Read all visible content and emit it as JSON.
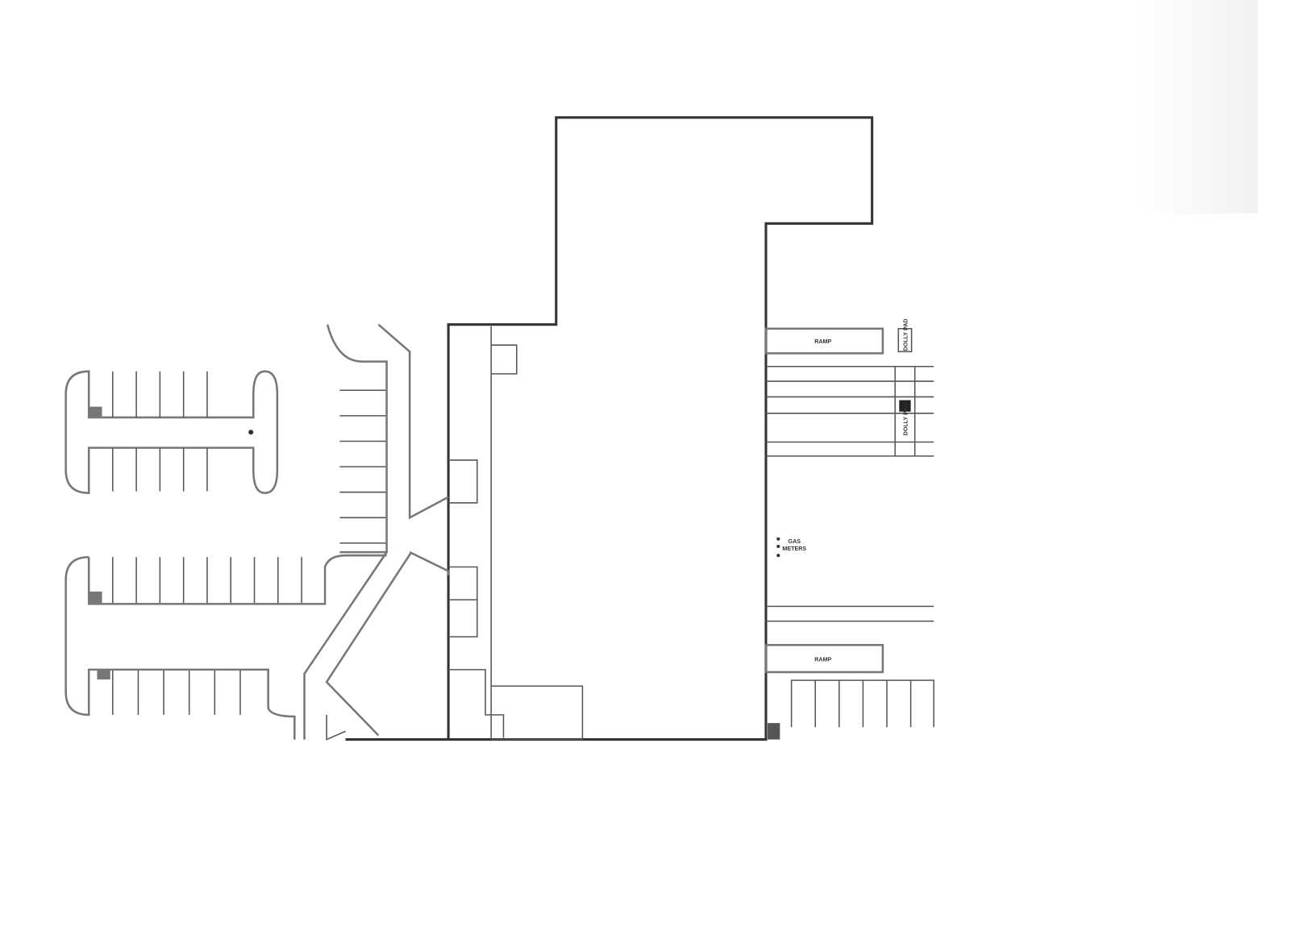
{
  "labels": {
    "ramp_upper": "RAMP",
    "ramp_lower": "RAMP",
    "dolly_pad_upper": "DOLLY PAD",
    "dolly_pad_lower": "DOLLY PAD",
    "gas_meters_line1": "GAS",
    "gas_meters_line2": "METERS"
  },
  "colors": {
    "line": "#333333",
    "background": "#ffffff"
  }
}
